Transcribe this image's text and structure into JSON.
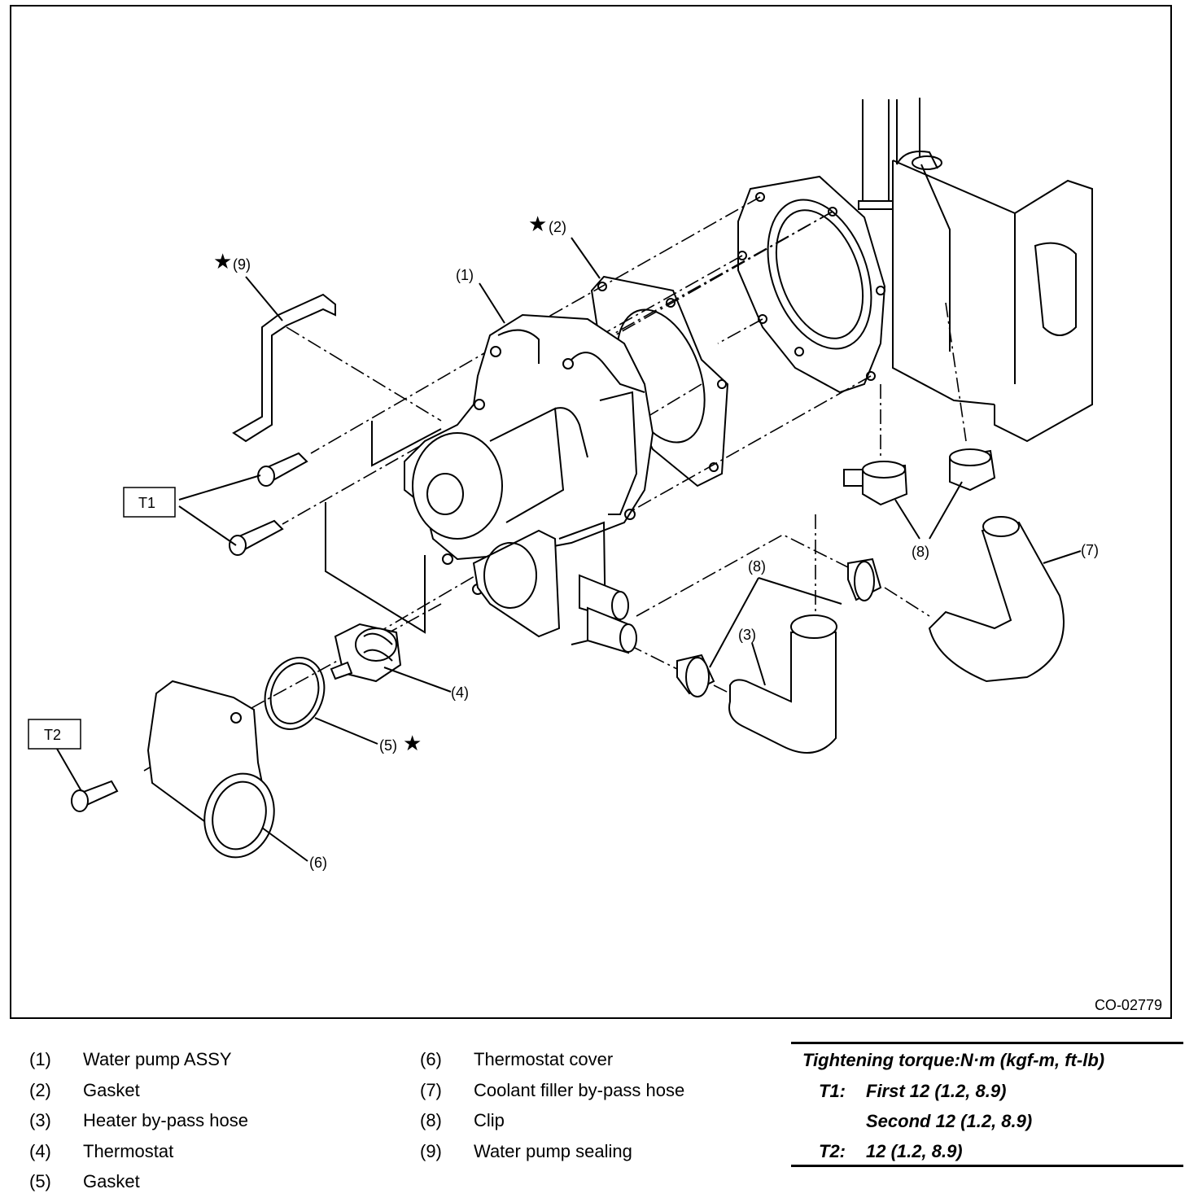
{
  "figure_id": "CO-02779",
  "callouts": {
    "c1": "(1)",
    "c2": "(2)",
    "c3": "(3)",
    "c4": "(4)",
    "c5": "(5)",
    "c6": "(6)",
    "c7": "(7)",
    "c8a": "(8)",
    "c8b": "(8)",
    "c9": "(9)",
    "star": "★"
  },
  "torque_tags": {
    "t1": "T1",
    "t2": "T2"
  },
  "legend": [
    {
      "num": "(1)",
      "label": "Water pump ASSY"
    },
    {
      "num": "(2)",
      "label": "Gasket"
    },
    {
      "num": "(3)",
      "label": "Heater by-pass hose"
    },
    {
      "num": "(4)",
      "label": "Thermostat"
    },
    {
      "num": "(5)",
      "label": "Gasket"
    },
    {
      "num": "(6)",
      "label": "Thermostat cover"
    },
    {
      "num": "(7)",
      "label": "Coolant filler by-pass hose"
    },
    {
      "num": "(8)",
      "label": "Clip"
    },
    {
      "num": "(9)",
      "label": "Water pump sealing"
    }
  ],
  "torque": {
    "title": "Tightening torque:N·m (kgf-m, ft-lb)",
    "t1_label": "T1:",
    "t1_first": "First 12 (1.2, 8.9)",
    "t1_second": "Second 12 (1.2, 8.9)",
    "t2_label": "T2:",
    "t2_value": "12 (1.2, 8.9)"
  }
}
